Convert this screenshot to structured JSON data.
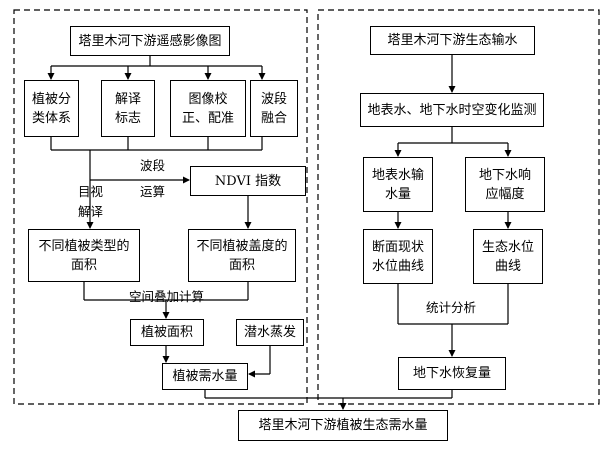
{
  "nodes": {
    "rs_image": "塔里木河下游遥感影像图",
    "veg_class": "植被分\n类体系",
    "interp_sign": "解译\n标志",
    "img_correct": "图像校\n正、配准",
    "band_fusion": "波段\n融合",
    "ndvi": "NDVI 指数",
    "veg_type_area": "不同植被类型的\n面积",
    "veg_cover_area": "不同植被盖度的\n面积",
    "veg_area": "植被面积",
    "phreatic_evap": "潜水蒸发",
    "veg_water_need": "植被需水量",
    "eco_transfer": "塔里木河下游生态输水",
    "gw_monitor": "地表水、地下水时空变化监测",
    "surface_water": "地表水输\n水量",
    "gw_response": "地下水响\n应幅度",
    "section_curve": "断面现状\n水位曲线",
    "eco_level_curve": "生态水位\n曲线",
    "gw_recovery": "地下水恢复量",
    "final": "塔里木河下游植被生态需水量"
  },
  "labels": {
    "band_op_1": "波段",
    "band_op_2": "运算",
    "visual_1": "目视",
    "visual_2": "解译",
    "overlay": "空间叠加计算",
    "stats": "统计分析"
  }
}
